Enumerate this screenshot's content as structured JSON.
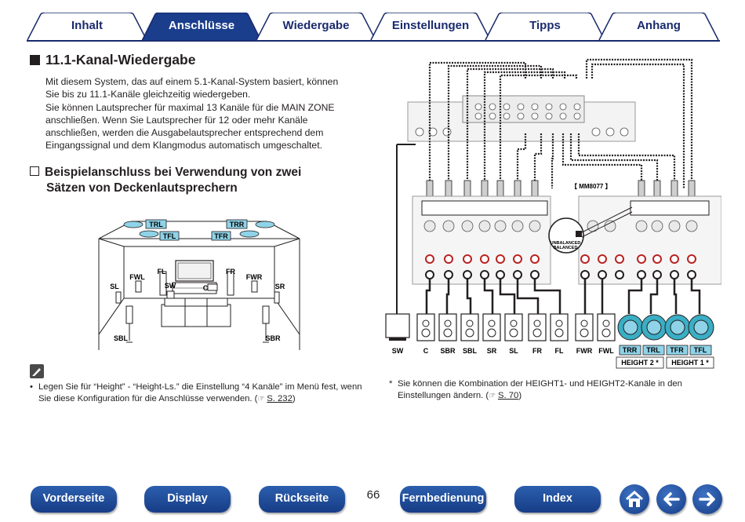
{
  "tabs": [
    "Inhalt",
    "Anschlüsse",
    "Wiedergabe",
    "Einstellungen",
    "Tipps",
    "Anhang"
  ],
  "active_tab": "Anschlüsse",
  "section_title": "11.1-Kanal-Wiedergabe",
  "intro": [
    "Mit diesem System, das auf einem 5.1-Kanal-System basiert, können",
    "Sie bis zu 11.1-Kanäle gleichzeitig wiedergeben.",
    "Sie können Lautsprecher für maximal 13 Kanäle für die MAIN ZONE",
    "anschließen. Wenn Sie Lautsprecher für 12 oder mehr Kanäle",
    "anschließen, werden die Ausgabelautsprecher entsprechend dem",
    "Eingangssignal und dem Klangmodus automatisch umgeschaltet."
  ],
  "subsection_title": [
    "Beispielanschluss bei Verwendung von zwei",
    "Sätzen von Deckenlautsprechern"
  ],
  "room_labels": {
    "trl": "TRL",
    "trr": "TRR",
    "tfl": "TFL",
    "tfr": "TFR",
    "fl": "FL",
    "fr": "FR",
    "fwl": "FWL",
    "fwr": "FWR",
    "sl": "SL",
    "sr": "SR",
    "sw": "SW",
    "c": "C",
    "sbl": "SBL",
    "sbr": "SBR"
  },
  "note": {
    "bullet": "•",
    "line1_a": "Legen Sie für “Height” - “Height-Ls.” die Einstellung “4 Kanäle” im Menü fest, wenn",
    "line2_a": "Sie diese Konfiguration für die Anschlüsse verwenden.  (",
    "link": "S. 232",
    "line2_b": ")"
  },
  "wiring": {
    "amp_label": "【 MM8077 】",
    "unbalanced": "UNBALANCED",
    "balanced": "BALANCED",
    "speaker_labels": [
      "SW",
      "C",
      "SBR",
      "SBL",
      "SR",
      "SL",
      "FR",
      "FL",
      "FWR",
      "FWL"
    ],
    "height_speakers": [
      "TRR",
      "TRL",
      "TFR",
      "TFL"
    ],
    "height2": "HEIGHT 2 *",
    "height1": "HEIGHT 1 *"
  },
  "footnote": {
    "star": "*",
    "line1": "Sie können die Kombination der HEIGHT1- und HEIGHT2-Kanäle in den",
    "line2_a": "Einstellungen ändern.  (",
    "link": "S. 70",
    "line2_b": ")"
  },
  "page_number": "66",
  "bottom_nav": [
    "Vorderseite",
    "Display",
    "Rückseite",
    "Fernbedienung",
    "Index"
  ],
  "nav_icons": [
    "home-icon",
    "back-arrow-icon",
    "forward-arrow-icon"
  ],
  "colors": {
    "tab_active": "#1a3d8c",
    "tab_text": "#1a2b6d",
    "nav_button": "#1f4c9c",
    "highlight_label": "#8fd3e8",
    "speaker_teal": "#3aaec4"
  }
}
